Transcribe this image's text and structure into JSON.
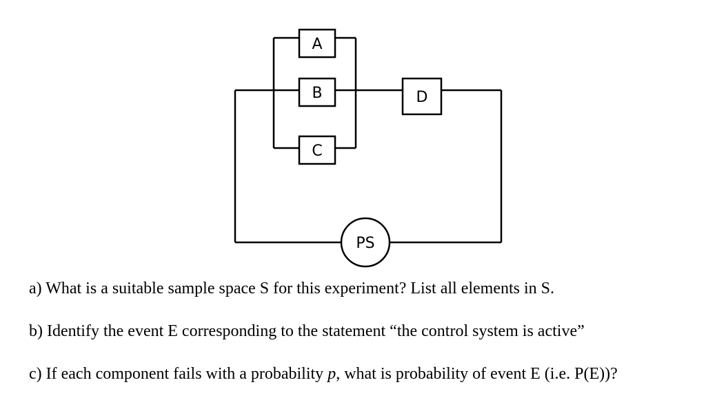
{
  "diagram": {
    "components": {
      "a": "A",
      "b": "B",
      "c": "C",
      "d": "D",
      "power_supply": "PS"
    }
  },
  "questions": {
    "a": "a) What is a suitable sample space S for this experiment? List all elements in S.",
    "b": "b) Identify the event E corresponding to the statement “the control system is active”",
    "c_prefix": "c) If each component fails with a probability ",
    "c_variable": "p",
    "c_suffix": ", what is probability of event E (i.e. P(E))?"
  }
}
